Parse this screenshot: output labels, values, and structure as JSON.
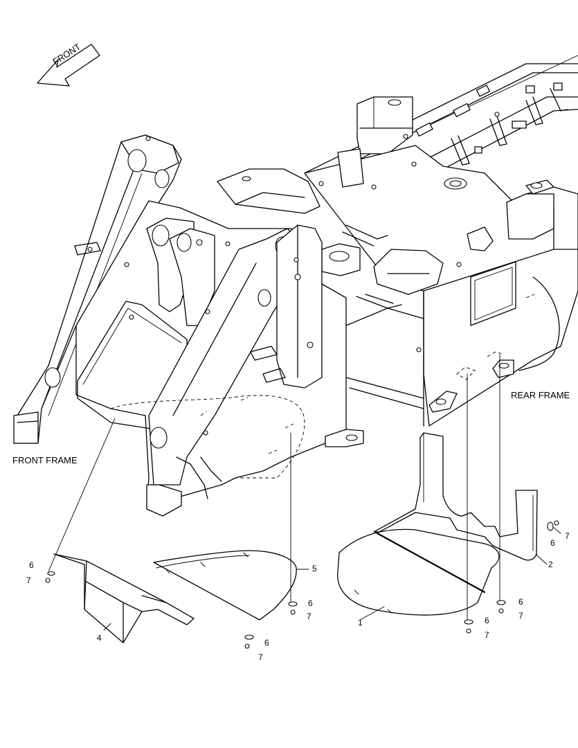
{
  "labels": {
    "front_arrow": "FRONT",
    "front_frame": "FRONT FRAME",
    "rear_frame": "REAR FRAME"
  },
  "callouts": {
    "c1": "1",
    "c2": "2",
    "c4": "4",
    "c5": "5",
    "c6a": "6",
    "c7a": "7",
    "c6b": "6",
    "c7b": "7",
    "c6c": "6",
    "c7c": "7",
    "c6d": "6",
    "c7d": "7",
    "c6e": "6",
    "c7e": "7",
    "c6f": "6",
    "c7f": "7"
  }
}
